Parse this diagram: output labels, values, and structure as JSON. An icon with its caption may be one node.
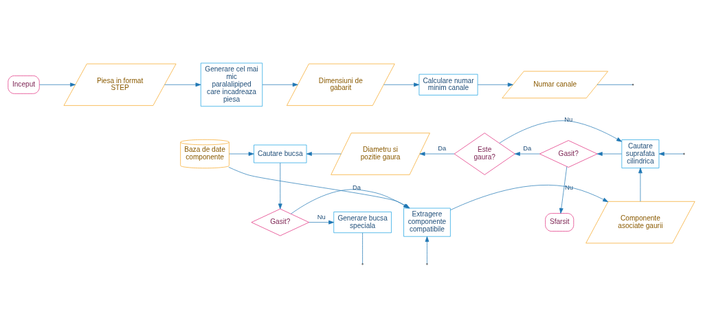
{
  "diagram": {
    "nodes": [
      {
        "text": [
          "Inceput"
        ]
      },
      {
        "text": [
          "Piesa in format STEP"
        ]
      },
      {
        "text": [
          "Generare cel mai mic paralalipiped care incadreaza piesa"
        ]
      },
      {
        "text": [
          "Dimensiuni de gabarit"
        ]
      },
      {
        "text": [
          "Calculare numar minim canale"
        ]
      },
      {
        "text": [
          "Numar canale"
        ]
      },
      {
        "text": [
          "Baza de date componente"
        ]
      },
      {
        "text": [
          "Cautare bucsa"
        ]
      },
      {
        "text": [
          "Diametru si pozitie gaura"
        ]
      },
      {
        "text": [
          "Este gaura?"
        ]
      },
      {
        "text": [
          "Gasit?"
        ]
      },
      {
        "text": [
          "Cautare suprafata cilindrica"
        ]
      },
      {
        "text": [
          "Sfarsit"
        ]
      },
      {
        "text": [
          "Generare bucsa speciala"
        ]
      },
      {
        "text": [
          "Gasit?"
        ]
      },
      {
        "text": [
          "Extragere componente compatibile"
        ]
      },
      {
        "text": [
          "Componente asociate gaurii"
        ]
      }
    ],
    "edges": [
      {
        "from": 0,
        "to": 1,
        "arrow": "to"
      },
      {
        "from": 1,
        "to": 2,
        "arrow": "to"
      },
      {
        "from": 2,
        "to": 3,
        "arrow": "to"
      },
      {
        "from": 3,
        "to": 4,
        "arrow": "to"
      },
      {
        "from": 4,
        "to": 5,
        "arrow": "to"
      },
      {
        "from": 5,
        "to": null,
        "arrow": "none"
      },
      {
        "from": null,
        "to": 11,
        "arrow": "to"
      },
      {
        "from": 11,
        "to": 10,
        "arrow": "to"
      },
      {
        "from": 10,
        "to": 9,
        "arrow": "to",
        "label": "Da"
      },
      {
        "from": 10,
        "to": 12,
        "arrow": "to",
        "label": "Nu"
      },
      {
        "from": 9,
        "to": 8,
        "arrow": "to",
        "label": "Da"
      },
      {
        "from": 9,
        "to": 11,
        "arrow": "to",
        "label": "Nu"
      },
      {
        "from": 8,
        "to": 7,
        "arrow": "to"
      },
      {
        "from": 6,
        "to": 7,
        "arrow": "to"
      },
      {
        "from": 6,
        "to": 15,
        "arrow": "to"
      },
      {
        "from": 7,
        "to": 14,
        "arrow": "to"
      },
      {
        "from": 14,
        "to": 13,
        "arrow": "to",
        "label": "Nu"
      },
      {
        "from": 14,
        "to": 15,
        "arrow": "to",
        "label": "Da"
      },
      {
        "from": 15,
        "to": 16,
        "arrow": "to"
      },
      {
        "from": 16,
        "to": 11,
        "arrow": "to"
      },
      {
        "from": 13,
        "to": null,
        "arrow": "none"
      },
      {
        "from": null,
        "to": 15,
        "arrow": "to"
      }
    ]
  }
}
